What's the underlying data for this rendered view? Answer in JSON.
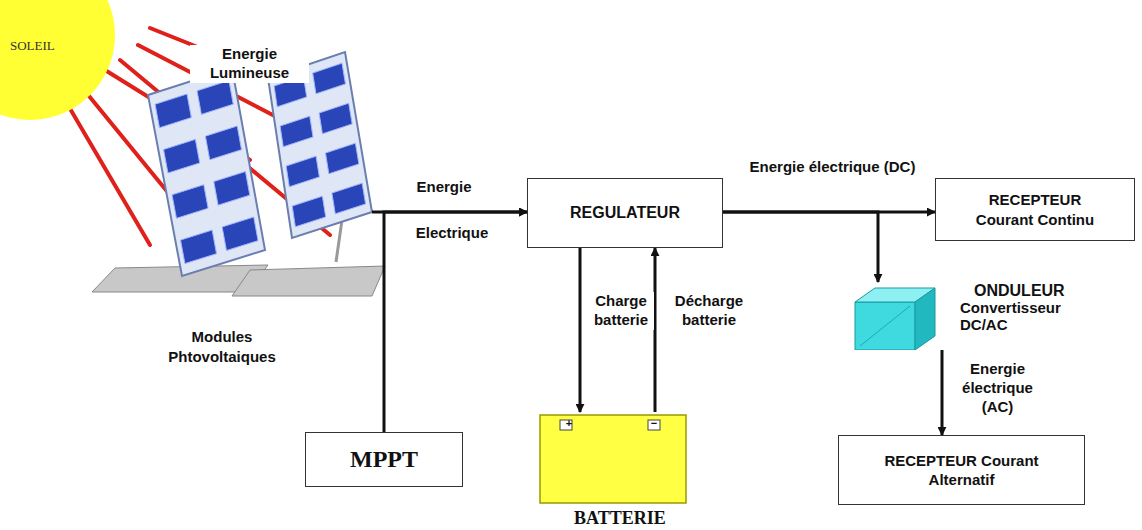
{
  "diagram": {
    "nodes": [
      {
        "text": [
          "SOLEIL"
        ]
      },
      {
        "text": [
          "Modules Phtovoltaiques"
        ]
      },
      {
        "text": [
          "MPPT"
        ]
      },
      {
        "text": [
          "REGULATEUR"
        ]
      },
      {
        "text": [
          "BATTERIE"
        ]
      },
      {
        "text": [
          "RECEPTEUR Courant Continu"
        ]
      },
      {
        "text": [
          "ONDULEUR",
          "Convertisseur DC/AC"
        ]
      },
      {
        "text": [
          "RECEPTEUR Courant Alternatif"
        ]
      }
    ],
    "edges": [
      {
        "from": 1,
        "to": 3,
        "arrow": "to"
      },
      {
        "from": 2,
        "to": 3,
        "arrow": "to"
      },
      {
        "from": 3,
        "to": 4,
        "label": "Charge batterie",
        "arrow": "to"
      },
      {
        "from": 4,
        "to": 3,
        "label": "Décharge batterie",
        "arrow": "to"
      },
      {
        "from": 3,
        "to": 5,
        "label": "Energie électrique (DC)",
        "arrow": "to"
      },
      {
        "from": 3,
        "to": 6,
        "arrow": "to"
      },
      {
        "from": 6,
        "to": 7,
        "label": "Energie électrique (AC)",
        "arrow": "to"
      }
    ],
    "labels": [
      "Energie Lumineuse",
      "Energie",
      "Electrique",
      "+",
      "−"
    ]
  }
}
